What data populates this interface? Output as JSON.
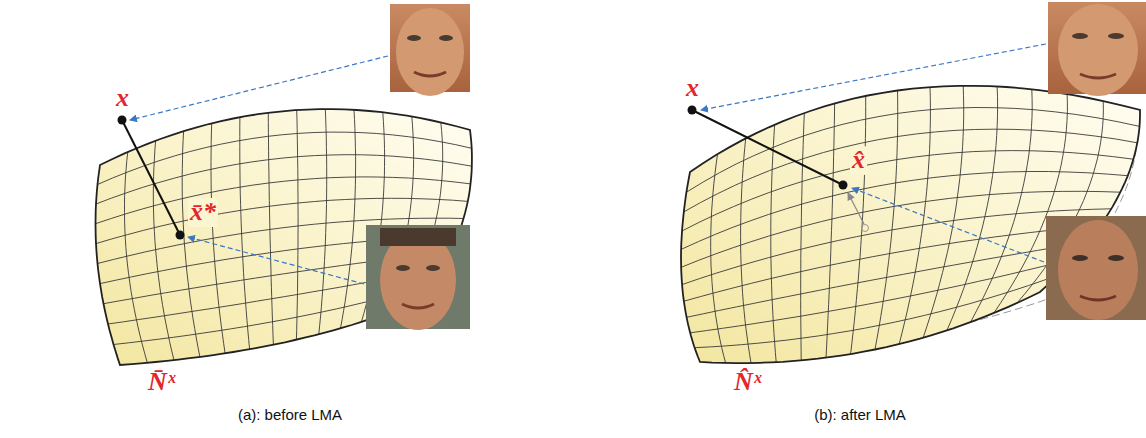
{
  "diagram": {
    "labels": [
      "x",
      "x̄*",
      "N̄ˣ",
      "(a): before LMA",
      "x",
      "x̂",
      "N̂ˣ",
      "(b): after LMA"
    ]
  }
}
